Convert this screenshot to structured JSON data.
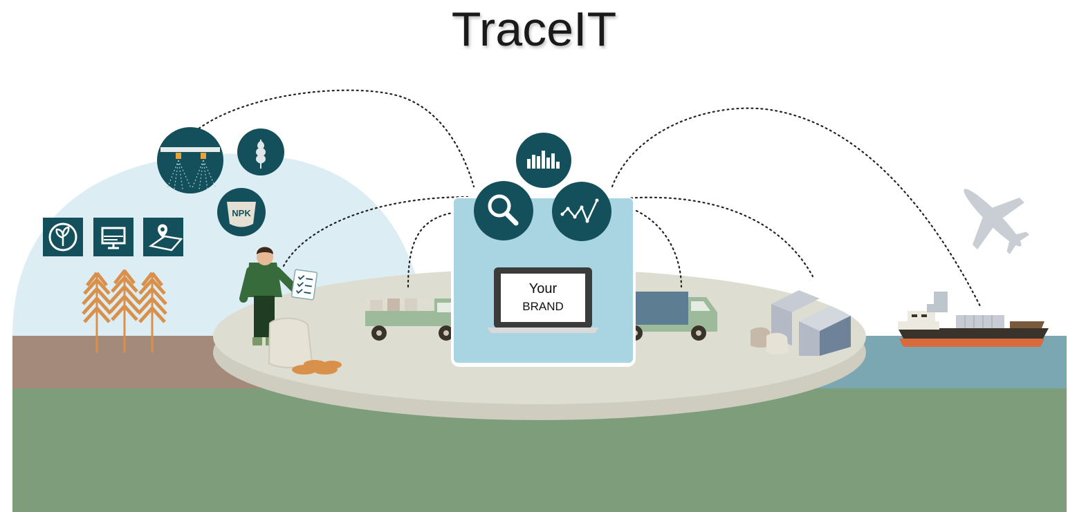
{
  "title": "TraceIT",
  "laptop_text": {
    "line1": "Your",
    "line2": "BRAND"
  },
  "npk_label": "NPK",
  "colors": {
    "teal_circle": "#14505c",
    "sky": "#dcedf3",
    "soil": "#a38a7b",
    "grass": "#7e9e7b",
    "sea": "#7aa7b2",
    "platform": "#deddd2",
    "platform_edge": "#cfcdbf",
    "screen_panel": "#a9d4e1",
    "truck_green": "#9dba9a",
    "truck_blue": "#5d7d93",
    "wheat": "#d9904a"
  }
}
